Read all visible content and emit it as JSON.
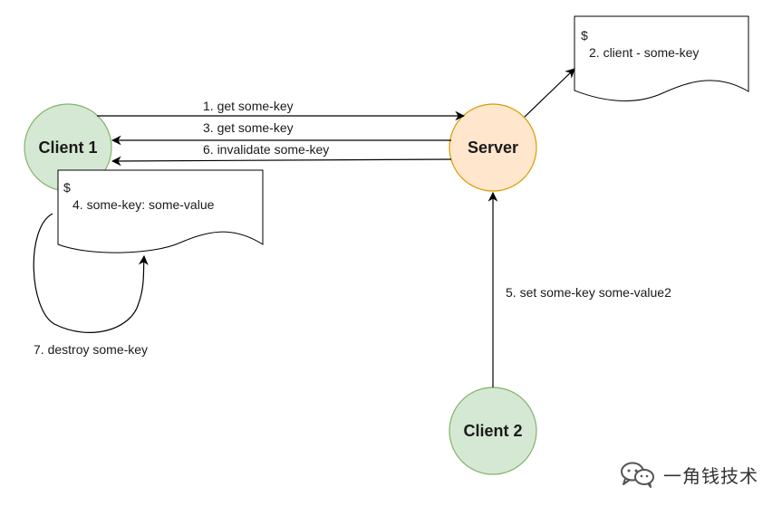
{
  "nodes": {
    "client1": {
      "label": "Client 1"
    },
    "server": {
      "label": "Server"
    },
    "client2": {
      "label": "Client 2"
    }
  },
  "docs": {
    "server_store": {
      "prompt": "$",
      "line": "2. client  -  some-key"
    },
    "client_cache": {
      "prompt": "$",
      "line": "4. some-key: some-value"
    }
  },
  "edges": {
    "e1": "1. get some-key",
    "e3": "3. get some-key",
    "e6": "6. invalidate some-key",
    "e5": "5. set some-key some-value2",
    "e7": "7. destroy some-key"
  },
  "watermark": {
    "text": "一角钱技术",
    "icon": "wechat-icon"
  },
  "colors": {
    "client_fill": "#d5e8d4",
    "client_stroke": "#82b366",
    "server_fill": "#ffe6cc",
    "server_stroke": "#d79b00",
    "line": "#000000"
  }
}
